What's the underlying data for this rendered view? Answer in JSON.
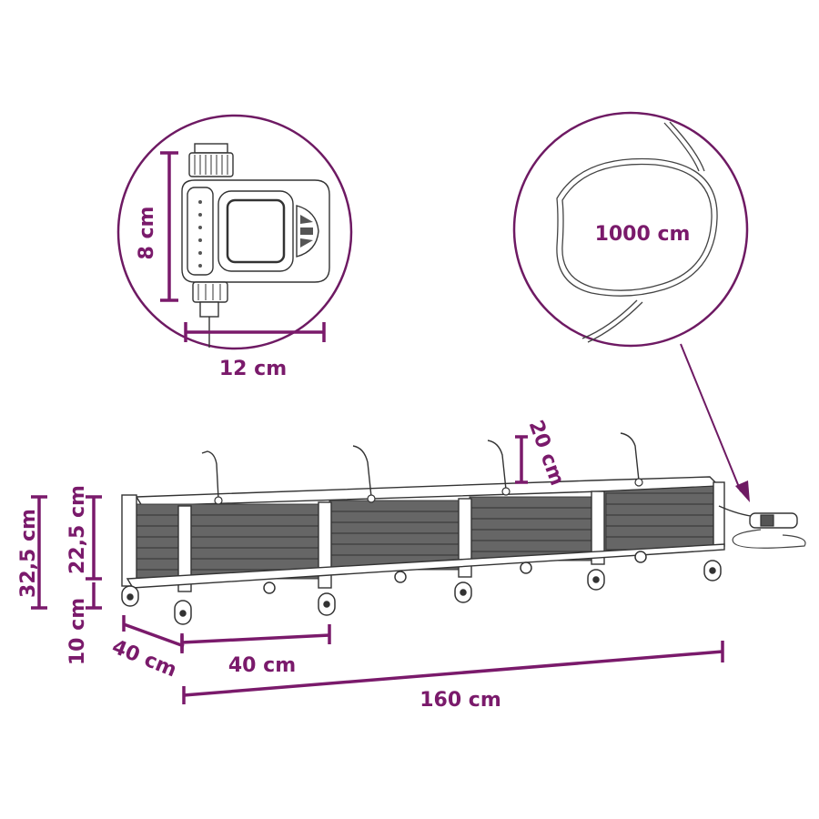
{
  "diagram": {
    "line_color": "#7a1a6b",
    "timer_height": "8 cm",
    "timer_width": "12 cm",
    "hose_length": "1000 cm",
    "pipe_height": "20 cm",
    "total_height": "32,5 cm",
    "box_height": "22,5 cm",
    "wheel_height": "10 cm",
    "depth": "40 cm",
    "section_width": "40 cm",
    "total_length": "160 cm"
  }
}
